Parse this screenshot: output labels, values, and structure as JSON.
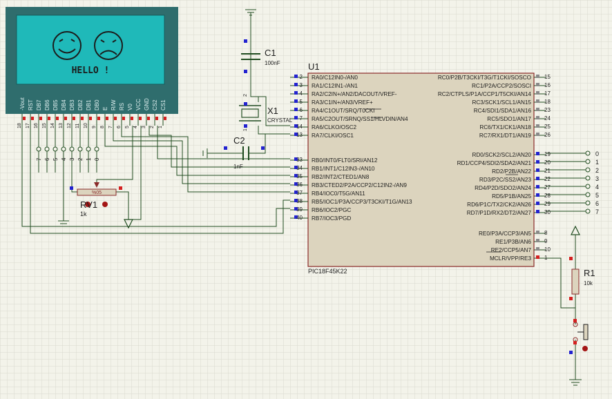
{
  "colors": {
    "background": "#f3f3ea",
    "grid": "#d9d9cf",
    "wire": "#1f4b1f",
    "chip_fill": "#dcd4be",
    "chip_border": "#8a2a2a",
    "lcd_case": "#2f6d6d",
    "lcd_screen": "#1fb9b9",
    "pin_red": "#d42020",
    "pin_blue": "#2222d0",
    "pin_gray": "#8a8a8a"
  },
  "lcd": {
    "hello": "HELLO !",
    "pins": [
      {
        "label": "-Vout",
        "num": "18"
      },
      {
        "label": "RST",
        "num": "17"
      },
      {
        "label": "DB7",
        "num": "16"
      },
      {
        "label": "DB6",
        "num": "15"
      },
      {
        "label": "DB5",
        "num": "14"
      },
      {
        "label": "DB4",
        "num": "13"
      },
      {
        "label": "DB3",
        "num": "12"
      },
      {
        "label": "DB2",
        "num": "11"
      },
      {
        "label": "DB1",
        "num": "10"
      },
      {
        "label": "DB0",
        "num": "9"
      },
      {
        "label": "E",
        "num": "8"
      },
      {
        "label": "R/W",
        "num": "7"
      },
      {
        "label": "RS",
        "num": "6"
      },
      {
        "label": "V0",
        "num": "5"
      },
      {
        "label": "VCC",
        "num": "4"
      },
      {
        "label": "GND",
        "num": "3"
      },
      {
        "label": "CS2",
        "num": "2"
      },
      {
        "label": "CS1",
        "num": "1"
      }
    ],
    "data_bits": [
      "7",
      "6",
      "5",
      "4",
      "3",
      "2",
      "1",
      "0"
    ]
  },
  "mcu": {
    "ref": "U1",
    "part": "PIC18F45K22",
    "left_pins": [
      {
        "num": "2",
        "name": "RA0/C12IN0-/AN0"
      },
      {
        "num": "3",
        "name": "RA1/C12IN1-/AN1"
      },
      {
        "num": "4",
        "name": "RA2/C2IN+/AN2/DACOUT/VREF-"
      },
      {
        "num": "5",
        "name": "RA3/C1IN+/AN3/VREF+"
      },
      {
        "num": "6",
        "name": "RA4/C1OUT/SRQ/T0CKI"
      },
      {
        "num": "7",
        "name": "RA5/C2OUT/SRNQ/SS1/HLVDIN/AN4"
      },
      {
        "num": "14",
        "name": "RA6/CLKO/OSC2"
      },
      {
        "num": "13",
        "name": "RA7/CLKI/OSC1"
      },
      {
        "num": "33",
        "name": "RB0/INT0/FLT0/SRI/AN12"
      },
      {
        "num": "34",
        "name": "RB1/INT1/C12IN3-/AN10"
      },
      {
        "num": "35",
        "name": "RB2/INT2/CTED1/AN8"
      },
      {
        "num": "36",
        "name": "RB3/CTED2/P2A/CCP2/C12IN2-/AN9"
      },
      {
        "num": "37",
        "name": "RB4/IOC0/T5G/AN11"
      },
      {
        "num": "38",
        "name": "RB5/IOC1/P3A/CCP3/T3CKI/T1G/AN13"
      },
      {
        "num": "39",
        "name": "RB6/IOC2/PGC"
      },
      {
        "num": "40",
        "name": "RB7/IOC3/PGD"
      }
    ],
    "right_pins": [
      {
        "num": "15",
        "name": "RC0/P2B/T3CKI/T3G/T1CKI/SOSCO"
      },
      {
        "num": "16",
        "name": "RC1/P2A/CCP2/SOSCI"
      },
      {
        "num": "17",
        "name": "RC2/CTPLS/P1A/CCP1/T5CKI/AN14"
      },
      {
        "num": "18",
        "name": "RC3/SCK1/SCL1/AN15"
      },
      {
        "num": "23",
        "name": "RC4/SDI1/SDA1/AN16"
      },
      {
        "num": "24",
        "name": "RC5/SDO1/AN17"
      },
      {
        "num": "25",
        "name": "RC6/TX1/CK1/AN18"
      },
      {
        "num": "26",
        "name": "RC7/RX1/DT1/AN19"
      },
      {
        "num": "19",
        "name": "RD0/SCK2/SCL2/AN20"
      },
      {
        "num": "20",
        "name": "RD1/CCP4/SDI2/SDA2/AN21"
      },
      {
        "num": "21",
        "name": "RD2/P2B/AN22"
      },
      {
        "num": "22",
        "name": "RD3/P2C/SS2/AN23"
      },
      {
        "num": "27",
        "name": "RD4/P2D/SDO2/AN24"
      },
      {
        "num": "28",
        "name": "RD5/P1B/AN25"
      },
      {
        "num": "29",
        "name": "RD6/P1C/TX2/CK2/AN26"
      },
      {
        "num": "30",
        "name": "RD7/P1D/RX2/DT2/AN27"
      },
      {
        "num": "8",
        "name": "RE0/P3A/CCP3/AN5"
      },
      {
        "num": "9",
        "name": "RE1/P3B/AN6"
      },
      {
        "num": "10",
        "name": "RE2/CCP5/AN7"
      },
      {
        "num": "1",
        "name": "MCLR/VPP/RE3"
      }
    ],
    "rd_labels": [
      "0",
      "1",
      "2",
      "3",
      "4",
      "5",
      "6",
      "7"
    ]
  },
  "c1": {
    "ref": "C1",
    "value": "100nF"
  },
  "c2": {
    "ref": "C2",
    "value": "1nF"
  },
  "x1": {
    "ref": "X1",
    "value": "CRYSTAL",
    "pin1": "1",
    "pin2": "2"
  },
  "rv1": {
    "ref": "RV1",
    "value": "1k",
    "display": "%05"
  },
  "r1": {
    "ref": "R1",
    "value": "10k"
  }
}
